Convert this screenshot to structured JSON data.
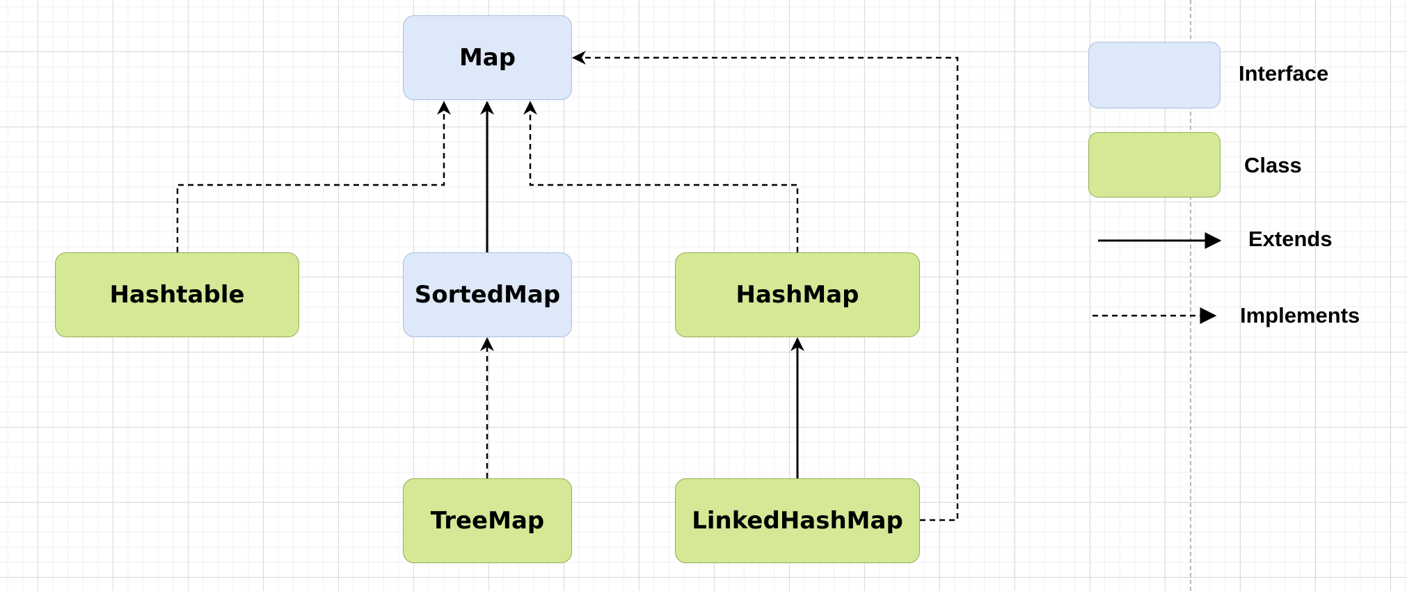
{
  "colors": {
    "interface_fill": "#dde8f8",
    "class_fill": "#d4e896",
    "line": "#000000"
  },
  "nodes": {
    "map": {
      "label": "Map",
      "kind": "interface"
    },
    "sorted_map": {
      "label": "SortedMap",
      "kind": "interface"
    },
    "hashtable": {
      "label": "Hashtable",
      "kind": "class"
    },
    "hash_map": {
      "label": "HashMap",
      "kind": "class"
    },
    "tree_map": {
      "label": "TreeMap",
      "kind": "class"
    },
    "linked_hash_map": {
      "label": "LinkedHashMap",
      "kind": "class"
    }
  },
  "edges": [
    {
      "from": "Hashtable",
      "to": "Map",
      "relation": "implements"
    },
    {
      "from": "SortedMap",
      "to": "Map",
      "relation": "extends"
    },
    {
      "from": "HashMap",
      "to": "Map",
      "relation": "implements"
    },
    {
      "from": "TreeMap",
      "to": "SortedMap",
      "relation": "implements"
    },
    {
      "from": "LinkedHashMap",
      "to": "HashMap",
      "relation": "extends"
    },
    {
      "from": "LinkedHashMap",
      "to": "Map",
      "relation": "implements"
    }
  ],
  "legend": {
    "interface_label": "Interface",
    "class_label": "Class",
    "extends_label": "Extends",
    "implements_label": "Implements"
  }
}
